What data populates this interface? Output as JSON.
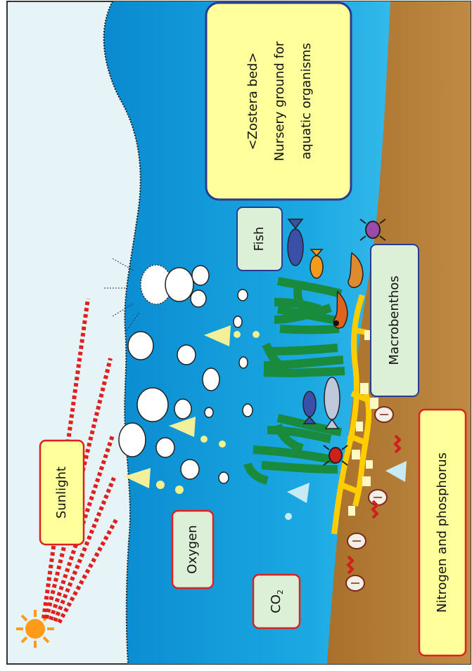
{
  "labels": {
    "sunlight": "Sunlight",
    "oxygen": "Oxygen",
    "co2_main": "CO",
    "co2_sub": "2",
    "fish": "Fish",
    "macrobenthos": "Macrobenthos",
    "nutrients": "Nitrogen and phosphorus",
    "zostera_line1": "<Zostera bed>",
    "zostera_line2": "Nursery ground for",
    "zostera_line3": "aquatic organisms"
  },
  "colors": {
    "sky": "#e6f4f8",
    "water_deep": "#0a8fd0",
    "water_light": "#3fc6f2",
    "sediment": "#b8833a",
    "label_fill": "#ffff9c",
    "green_label_fill": "#dbf0d6",
    "red_border": "#e0201c",
    "blue_border": "#2b3a8f",
    "seagrass": "#1a8a3c",
    "sun": "#ff9a1a",
    "sunray": "#e0201c",
    "roots": "#ffcc00"
  },
  "icons": [
    "sun-icon",
    "bubble-icon",
    "fish-icon",
    "crab-icon",
    "shrimp-icon",
    "clam-icon",
    "worm-icon",
    "seagrass-icon"
  ]
}
